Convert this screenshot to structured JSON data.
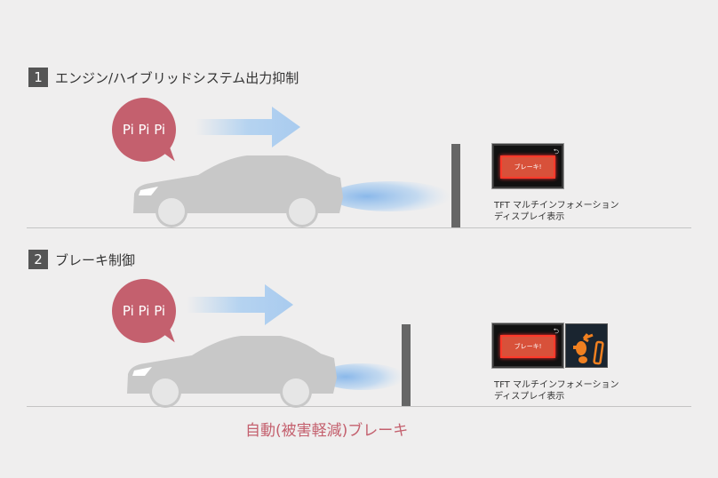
{
  "sections": [
    {
      "number": "1",
      "title": "エンジン/ハイブリッドシステム出力抑制",
      "bubble": "Pi Pi Pi",
      "display_text": "ブレーキ!",
      "caption_line1": "TFT マルチインフォメーション",
      "caption_line2": "ディスプレイ表示"
    },
    {
      "number": "2",
      "title": "ブレーキ制御",
      "bubble": "Pi Pi Pi",
      "display_text": "ブレーキ!",
      "caption_line1": "TFT マルチインフォメーション",
      "caption_line2": "ディスプレイ表示"
    }
  ],
  "footer_label": "自動(被害軽減)ブレーキ",
  "colors": {
    "accent": "#c4606e",
    "car": "#c8c8c8",
    "glow": "#9cc4ec",
    "wall": "#666666",
    "warning": "#f08020"
  }
}
